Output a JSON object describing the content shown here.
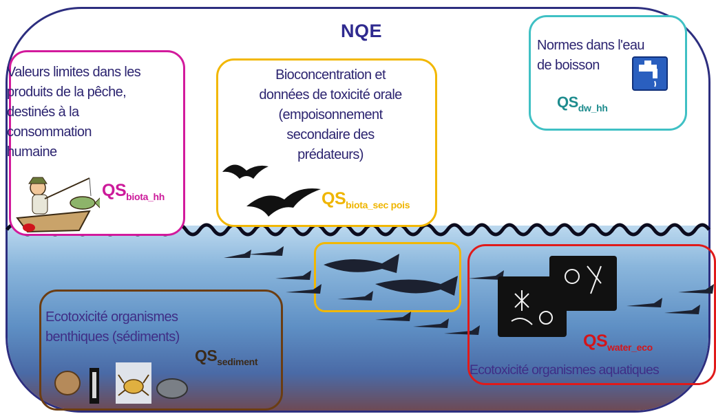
{
  "title": "NQE",
  "boxes": {
    "fishery": {
      "lines": [
        "Valeurs limites dans les",
        "produits de la pêche,",
        "destinés à la",
        "consommation",
        "humaine"
      ],
      "qs": "QS",
      "qs_sub": "biota_hh",
      "color": "#d21a9c"
    },
    "bioconcentration": {
      "lines": [
        "Bioconcentration et",
        "données de toxicité orale",
        "(empoisonnement",
        "secondaire des",
        "prédateurs)"
      ],
      "qs": "QS",
      "qs_sub": "biota_sec pois",
      "color": "#f2b700"
    },
    "drinking_water": {
      "lines": [
        "Normes dans l'eau",
        "de boisson"
      ],
      "qs": "QS",
      "qs_sub": "dw_hh",
      "color": "#3fc0c4"
    },
    "sediment": {
      "lines": [
        "Ecotoxicité organismes",
        "benthiques (sédiments)"
      ],
      "qs": "QS",
      "qs_sub": "sediment",
      "color": "#6b3d12"
    },
    "aquatic": {
      "lines": [
        "Ecotoxicité organismes aquatiques"
      ],
      "qs": "QS",
      "qs_sub": "water_eco",
      "color": "#e01a1a"
    }
  },
  "icons": [
    "fisherman-icon",
    "birds-icon",
    "faucet-icon",
    "fish-school-icon",
    "plankton-icon",
    "shellfish-icon",
    "crab-icon"
  ],
  "colors": {
    "frame": "#2d2e7f",
    "water_top": "#bcd9ef",
    "water_bottom": "#4a6aa6"
  }
}
